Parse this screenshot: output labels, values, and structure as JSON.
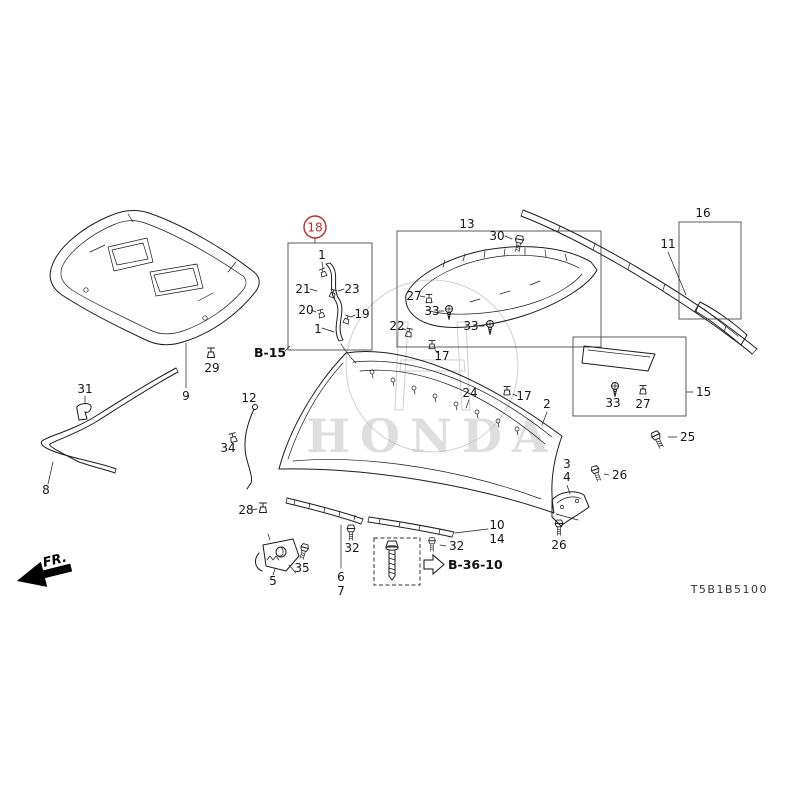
{
  "diagram": {
    "brand_watermark": "HONDA",
    "title_code": "T5B1B5100",
    "direction_label": "FR.",
    "highlight_color": "#c52a2a",
    "refs": {
      "b15": "B-15",
      "b3610": "B-36-10"
    },
    "callouts": {
      "n1": "1",
      "n2": "2",
      "n3": "3",
      "n4": "4",
      "n5": "5",
      "n6": "6",
      "n7": "7",
      "n8": "8",
      "n9": "9",
      "n10": "10",
      "n11": "11",
      "n12": "12",
      "n13": "13",
      "n14": "14",
      "n15": "15",
      "n16": "16",
      "n17": "17",
      "n18": "18",
      "n19": "19",
      "n20": "20",
      "n21": "21",
      "n22": "22",
      "n23": "23",
      "n24": "24",
      "n25": "25",
      "n26": "26",
      "n27": "27",
      "n28": "28",
      "n29": "29",
      "n30": "30",
      "n31": "31",
      "n32": "32",
      "n33": "33",
      "n34": "34",
      "n35": "35"
    }
  }
}
